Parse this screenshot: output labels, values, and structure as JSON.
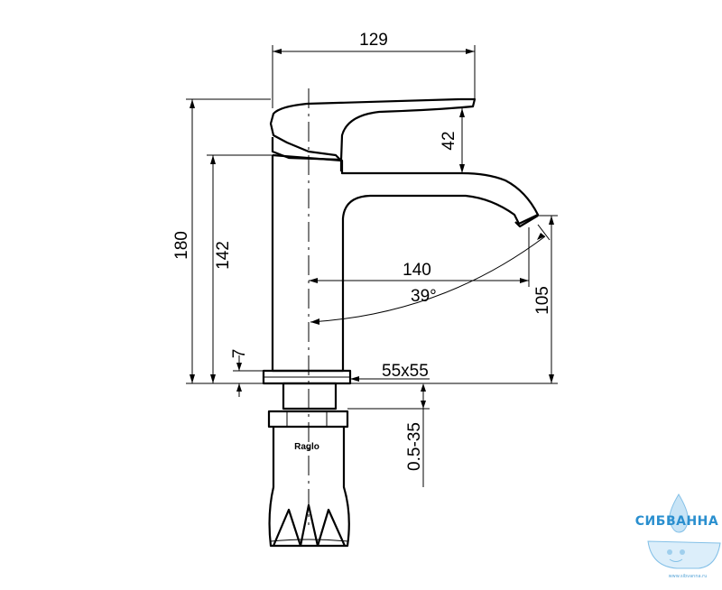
{
  "dimensions": {
    "width_top": "129",
    "handle_height": "42",
    "total_height": "180",
    "body_height": "142",
    "spout_reach": "140",
    "handle_angle": "39°",
    "spout_height": "105",
    "base_thickness": "7",
    "base_size": "55x55",
    "deck_thickness": "0.5-35"
  },
  "product": {
    "brand_label": "Raglo"
  },
  "watermark": {
    "name": "СИБВАННА",
    "url": "www.sibvanna.ru"
  },
  "colors": {
    "line": "#000000",
    "logo_blue": "#2a8fcf"
  }
}
